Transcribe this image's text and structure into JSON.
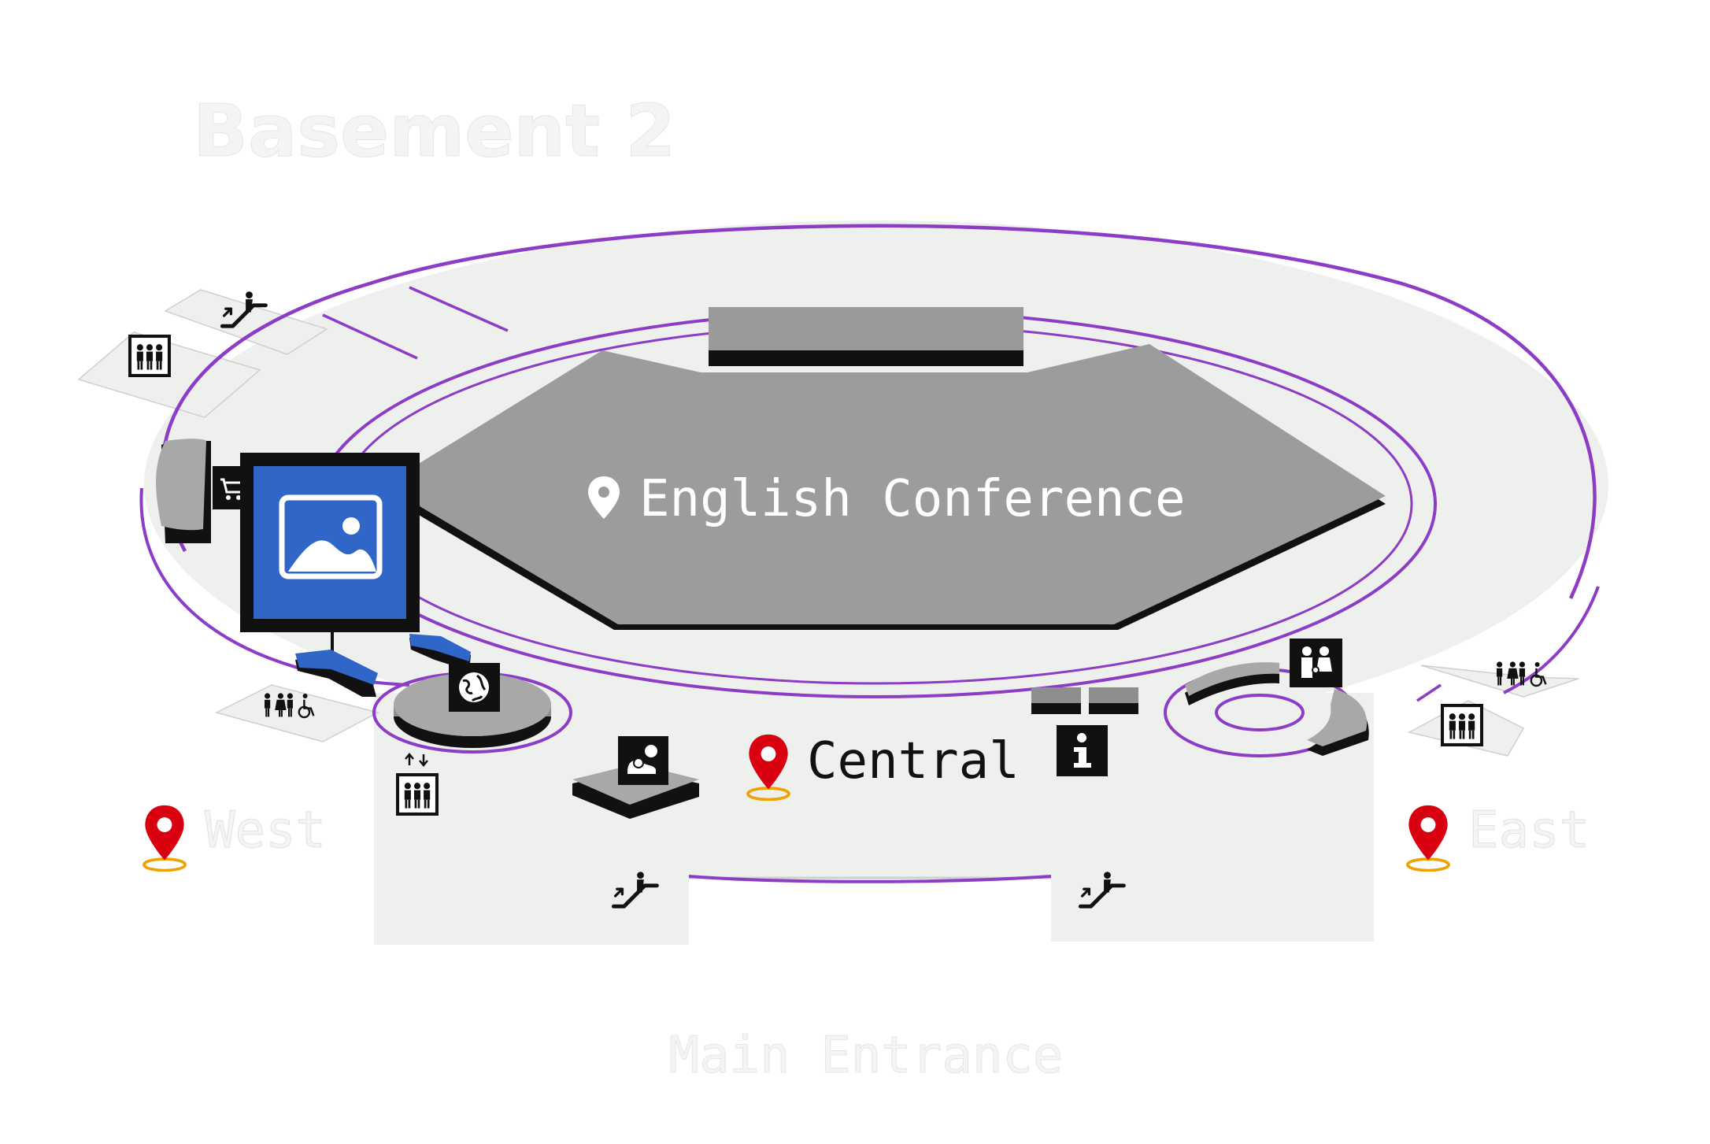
{
  "map": {
    "floor_title": "Basement 2",
    "colors": {
      "floor": "#eef0ee",
      "ring": "#8c3cc6",
      "hall": "#9c9c9c",
      "hall_side": "#111111",
      "dark_block": "#8e8e8e",
      "pin_red": "#d90010",
      "pin_halo": "#f0a000",
      "poi_blue": "#2f66c8",
      "faded_label": "#f4f4f4"
    },
    "venue": {
      "name": "English Conference",
      "icon": "location-pin-icon"
    },
    "zones": {
      "central": {
        "name": "Central",
        "icon": "red-pin-icon"
      },
      "west": {
        "name": "West",
        "icon": "red-pin-icon"
      },
      "east": {
        "name": "East",
        "icon": "red-pin-icon"
      },
      "main_entrance": {
        "name": "Main Entrance"
      }
    },
    "amenities": [
      {
        "id": "escalator-nw",
        "icon": "escalator-icon"
      },
      {
        "id": "elevator-nw",
        "icon": "elevator-icon"
      },
      {
        "id": "restrooms-w",
        "icon": "restroom-accessible-icon"
      },
      {
        "id": "elevator-w",
        "icon": "elevator-updown-icon"
      },
      {
        "id": "shop-w",
        "icon": "shopping-cart-icon"
      },
      {
        "id": "globe",
        "icon": "globe-icon"
      },
      {
        "id": "nursing",
        "icon": "nursing-room-icon"
      },
      {
        "id": "info",
        "icon": "information-icon"
      },
      {
        "id": "family",
        "icon": "family-icon"
      },
      {
        "id": "restrooms-e",
        "icon": "restroom-accessible-icon"
      },
      {
        "id": "elevator-e",
        "icon": "elevator-icon"
      },
      {
        "id": "escalator-sw",
        "icon": "escalator-icon"
      },
      {
        "id": "escalator-se",
        "icon": "escalator-icon"
      },
      {
        "id": "poi-image",
        "icon": "image-icon"
      }
    ]
  }
}
